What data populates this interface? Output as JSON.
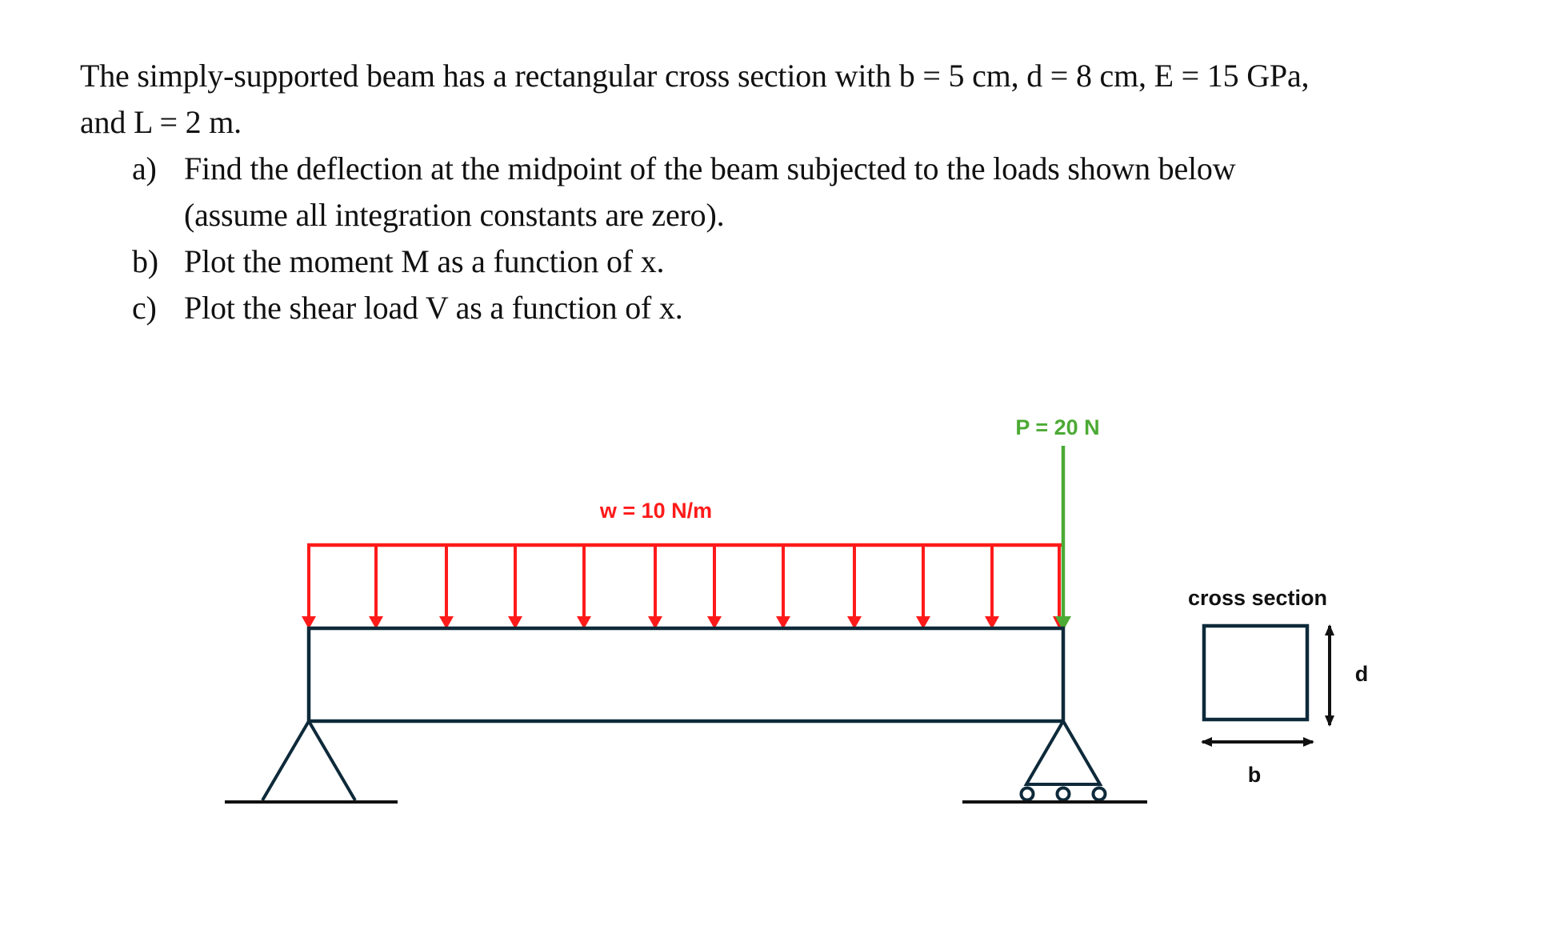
{
  "problem": {
    "intro_line_1": "The simply-supported beam has a rectangular cross section with b = 5 cm, d = 8 cm, E = 15 GPa,",
    "intro_line_2": "and L = 2 m.",
    "items": [
      {
        "letter": "a)",
        "lines": [
          "Find the deflection at the midpoint of the beam subjected to the loads shown below",
          "(assume all integration constants are zero)."
        ]
      },
      {
        "letter": "b)",
        "lines": [
          "Plot the moment M as a function of x."
        ]
      },
      {
        "letter": "c)",
        "lines": [
          "Plot the shear load V as a function of x."
        ]
      }
    ]
  },
  "diagram": {
    "distributed_load_label": "w = 10 N/m",
    "point_load_label": "P = 20 N",
    "cross_section_title": "cross section",
    "width_label": "b",
    "depth_label": "d",
    "colors": {
      "distributed_load": "#ff1a1a",
      "point_load": "#4caa35",
      "beam": "#0e2a3a",
      "ground": "#111111"
    },
    "supports": {
      "left": "pin-support",
      "right": "roller-support"
    }
  }
}
